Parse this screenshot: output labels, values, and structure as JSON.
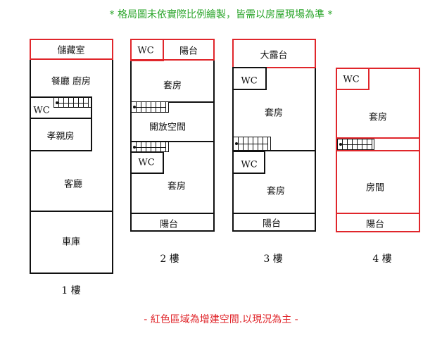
{
  "title": "* 格局圖未依實際比例繪製，皆需以房屋現場為準 *",
  "footer": "- 紅色區域為增建空間.以現況為主 -",
  "colors": {
    "addition": "#e0262b",
    "title": "#2aa52a",
    "wall": "#111111"
  },
  "floors": {
    "f1": {
      "label": "1 樓",
      "rooms": [
        "儲藏室",
        "餐廳 廚房",
        "WC",
        "孝親房",
        "客廳",
        "車庫"
      ]
    },
    "f2": {
      "label": "2 樓",
      "rooms": [
        "WC",
        "陽台",
        "套房",
        "開放空間",
        "WC",
        "套房",
        "陽台"
      ]
    },
    "f3": {
      "label": "3 樓",
      "rooms": [
        "大露台",
        "WC",
        "套房",
        "WC",
        "套房",
        "陽台"
      ]
    },
    "f4": {
      "label": "4 樓",
      "rooms": [
        "WC",
        "套房",
        "房間",
        "陽台"
      ]
    }
  }
}
